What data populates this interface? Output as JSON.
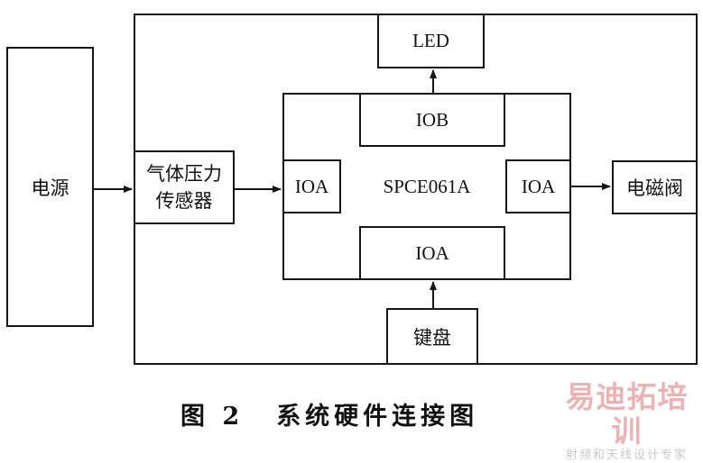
{
  "diagram": {
    "power": "电源",
    "sensor_line1": "气体压力",
    "sensor_line2": "传感器",
    "led": "LED",
    "iob": "IOB",
    "ioa_left": "IOA",
    "chip": "SPCE061A",
    "ioa_right": "IOA",
    "ioa_bottom": "IOA",
    "valve": "电磁阀",
    "keyboard": "键盘"
  },
  "caption": {
    "fig_no": "图 2",
    "title": "系统硬件连接图"
  },
  "watermark": {
    "title": "易迪拓培训",
    "subtitle": "射频和天线设计专家"
  },
  "colors": {
    "line": "#151515",
    "watermark_title": "#e7a6a8",
    "watermark_subtitle": "#c9c9c9"
  }
}
